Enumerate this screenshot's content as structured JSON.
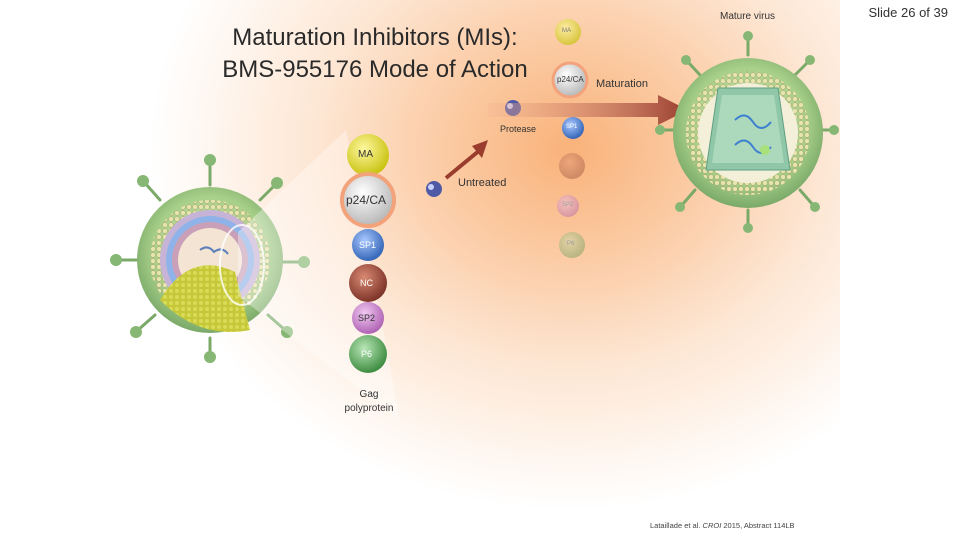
{
  "slide": {
    "title_line1": "Maturation Inhibitors (MIs):",
    "title_line2": "BMS-955176 Mode of Action",
    "counter": "Slide 26 of 39"
  },
  "labels": {
    "mature_virus": "Mature virus",
    "maturation": "Maturation",
    "protease": "Protease",
    "untreated": "Untreated",
    "gag_line1": "Gag",
    "gag_line2": "polyprotein"
  },
  "domains": {
    "ma": "MA",
    "p24ca": "p24/CA",
    "sp1": "SP1",
    "nc": "NC",
    "sp2": "SP2",
    "p6": "P6"
  },
  "faint_domains": {
    "ma": "MA",
    "p24ca": "p24/CA",
    "sp1": "SP1",
    "sp2": "SP2",
    "p6": "P6"
  },
  "reference": {
    "authors": "Lataillade et al.",
    "source": "CROI",
    "rest": "2015, Abstract 114LB"
  },
  "colors": {
    "ma": "#d8d21c",
    "p24ca": "#cfcfcf",
    "sp1": "#4f84d6",
    "nc": "#9a4a3c",
    "sp2": "#c878cc",
    "p6": "#5fa860",
    "arrow": "#9a3d2e",
    "virus_shell": "#a8d08a"
  }
}
